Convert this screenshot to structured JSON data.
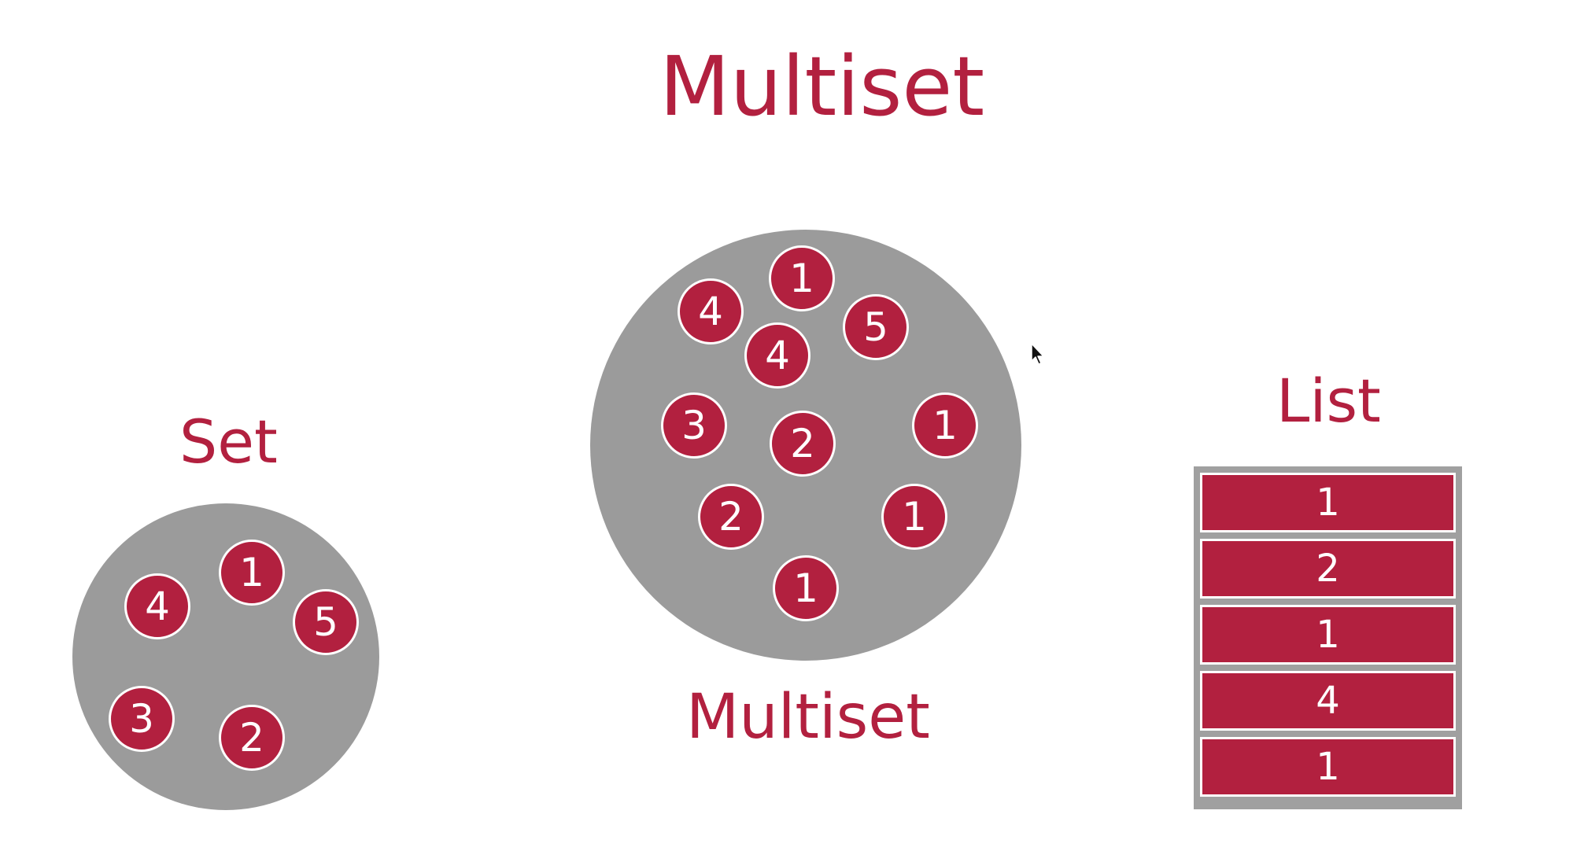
{
  "title": "Multiset",
  "set": {
    "label": "Set",
    "elements": [
      "1",
      "4",
      "5",
      "3",
      "2"
    ]
  },
  "multiset": {
    "label": "Multiset",
    "elements": [
      "1",
      "4",
      "5",
      "4",
      "3",
      "2",
      "1",
      "2",
      "1",
      "1"
    ]
  },
  "list": {
    "label": "List",
    "items": [
      "1",
      "2",
      "1",
      "4",
      "1"
    ]
  },
  "colors": {
    "accent": "#b2203f",
    "circle_fill": "#9b9b9b",
    "list_frame": "#a0a0a0"
  },
  "cursor_icon": "mouse-pointer-icon"
}
